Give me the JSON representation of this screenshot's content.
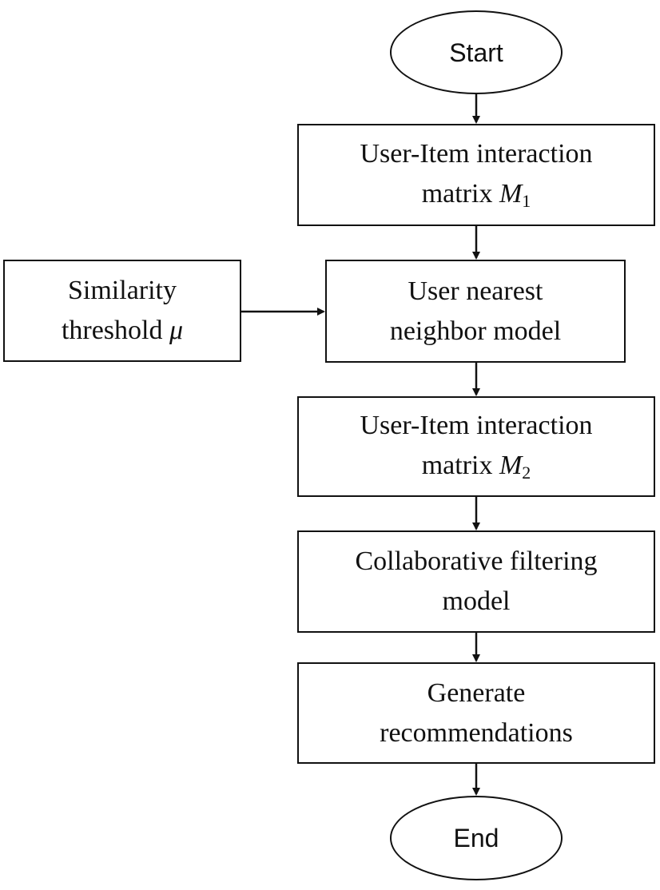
{
  "nodes": {
    "start": {
      "label": "Start"
    },
    "matrix_m1": {
      "line1": "User-Item interaction",
      "line2_prefix": "matrix ",
      "symbol": "M",
      "subscript": "1"
    },
    "similarity": {
      "line1": "Similarity",
      "line2_prefix": "threshold ",
      "symbol": "μ"
    },
    "user_nn": {
      "line1": "User nearest",
      "line2": "neighbor model"
    },
    "matrix_m2": {
      "line1": "User-Item interaction",
      "line2_prefix": "matrix ",
      "symbol": "M",
      "subscript": "2"
    },
    "cf_model": {
      "line1": "Collaborative filtering",
      "line2": "model"
    },
    "generate": {
      "line1": "Generate",
      "line2": "recommendations"
    },
    "end": {
      "label": "End"
    }
  },
  "colors": {
    "stroke": "#111111",
    "background": "#ffffff"
  }
}
